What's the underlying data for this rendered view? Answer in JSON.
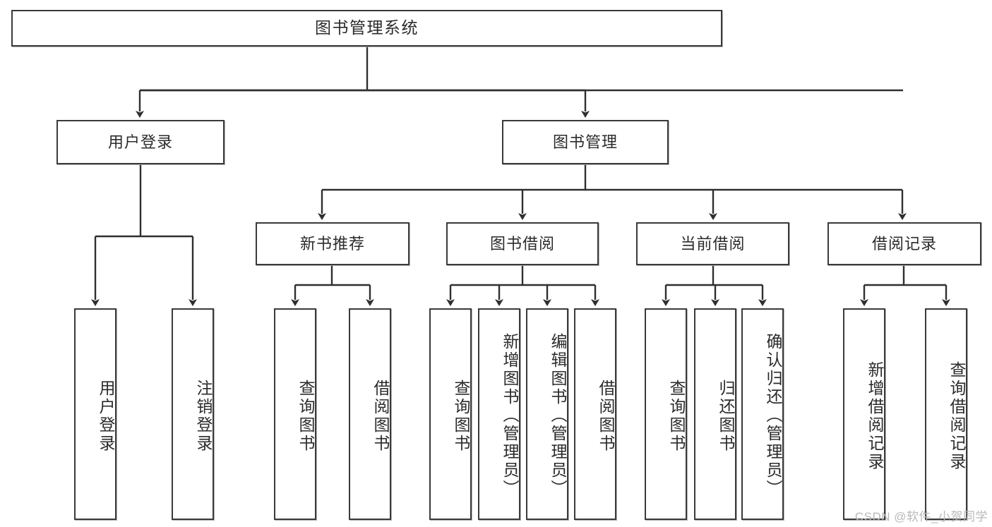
{
  "diagram": {
    "type": "tree-flowchart",
    "title": "图书管理系统",
    "watermark": "CSDN @软件_小贺同学",
    "colors": {
      "box_border": "#3a3a3a",
      "box_fill": "#ffffff",
      "connector": "#2f2f2f",
      "text": "#2b2b2b",
      "watermark": "#b9b9b9",
      "background": "#ffffff"
    },
    "root": {
      "label": "图书管理系统"
    },
    "level2": [
      {
        "label": "用户登录"
      },
      {
        "label": "图书管理"
      }
    ],
    "level3": [
      {
        "label": "新书推荐"
      },
      {
        "label": "图书借阅"
      },
      {
        "label": "当前借阅"
      },
      {
        "label": "借阅记录"
      }
    ],
    "leaves": {
      "user_login": [
        {
          "label": "用户登录"
        },
        {
          "label": "注销登录"
        }
      ],
      "new_book": [
        {
          "label": "查询图书"
        },
        {
          "label": "借阅图书"
        }
      ],
      "book_borrow": [
        {
          "label": "查询图书"
        },
        {
          "label": "新增图书（管理员）"
        },
        {
          "label": "编辑图书（管理员）"
        },
        {
          "label": "借阅图书"
        }
      ],
      "current_borrow": [
        {
          "label": "查询图书"
        },
        {
          "label": "归还图书"
        },
        {
          "label": "确认归还（管理员）"
        }
      ],
      "borrow_record": [
        {
          "label": "新增借阅记录"
        },
        {
          "label": "查询借阅记录"
        }
      ]
    }
  }
}
